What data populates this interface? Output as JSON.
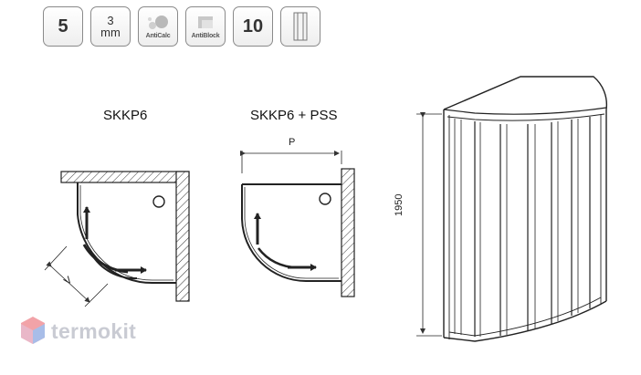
{
  "badges": [
    {
      "id": "pack",
      "big": "5"
    },
    {
      "id": "glass",
      "num": "3",
      "unit": "mm"
    },
    {
      "id": "anticalc",
      "text": "AntiCalc"
    },
    {
      "id": "antiblock",
      "text": "AntiBlock"
    },
    {
      "id": "size",
      "big": "10"
    },
    {
      "id": "profile"
    }
  ],
  "diagrams": {
    "plan_left_title": "SKKP6",
    "plan_right_title": "SKKP6 + PSS",
    "dim_p": "P",
    "dim_v": "V",
    "dim_height": "1950"
  },
  "brand": {
    "name": "termokit",
    "logo_colors": [
      "#f2a3a8",
      "#a8bde8"
    ]
  }
}
